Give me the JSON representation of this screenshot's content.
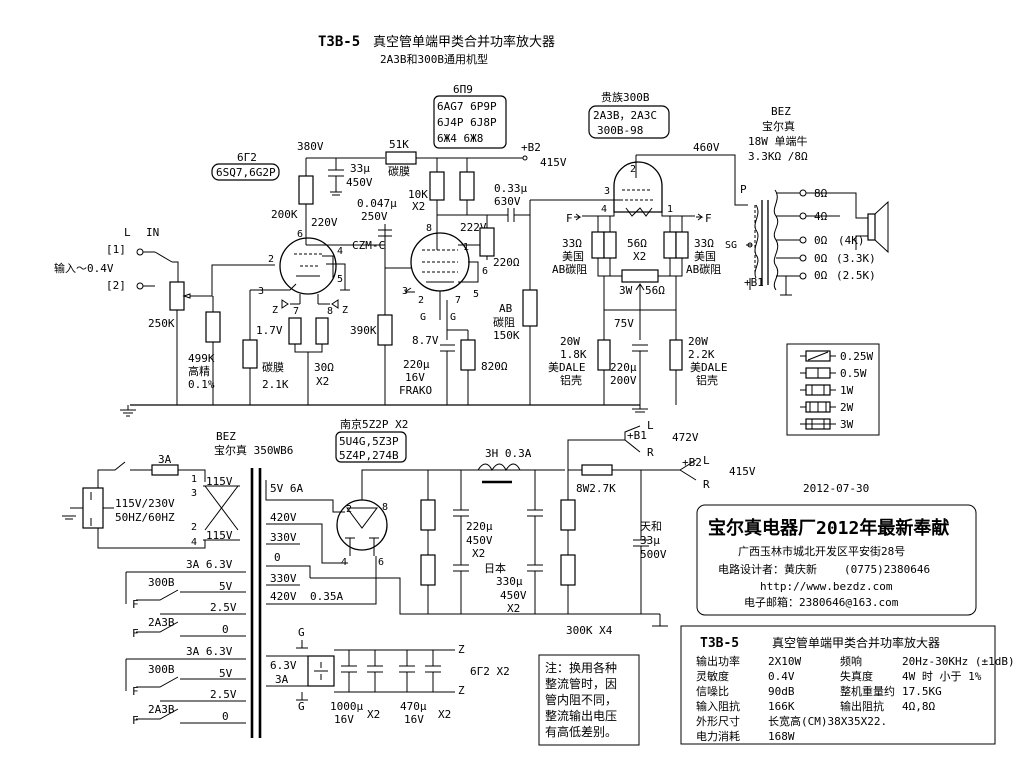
{
  "title": {
    "model": "T3B-5",
    "name": "真空管单端甲类合并功率放大器",
    "subtitle": "2A3B和300B通用机型"
  },
  "date": "2012-07-30",
  "input": {
    "L": "L",
    "IN": "IN",
    "in1": "[1]",
    "in2": "[2]",
    "label": "输入～0.4V",
    "vol": "250K",
    "r499": "499K",
    "r499a": "高精",
    "r499b": "0.1%"
  },
  "tube1": {
    "name": "6Г2",
    "alt": "6SQ7,6G2P",
    "v380": "380V",
    "r200k": "200K",
    "v220": "220V",
    "cap33": "33μ",
    "cap33v": "450V",
    "r17v": "1.7V",
    "rcf": "碳膜",
    "r21k": "2.1K",
    "r30": "30Ω",
    "x2": "X2",
    "p6": "6",
    "p2": "2",
    "p3": "3",
    "p4": "4",
    "p5": "5",
    "p7": "7",
    "p8": "8",
    "z1": "Z",
    "z2": "Z"
  },
  "tube2": {
    "name": "6П9",
    "alt1": "6AG7 6P9P",
    "alt2": "6J4P 6J8P",
    "alt3": "6Ж4 6Ж8",
    "r51k": "51K",
    "r51kb": "碳膜",
    "b2": "+B2",
    "v415": "415V",
    "r10k": "10K",
    "r10kb": "X2",
    "c047": "0.047μ",
    "c047v": "250V",
    "czmc": "CZM-C",
    "v222": "222V",
    "r390": "390K",
    "v87": "8.7V",
    "c220": "220μ",
    "c220v": "16V",
    "frako": "FRAKO",
    "r820": "820Ω",
    "r220": "220Ω",
    "p8": "8",
    "p1": "1",
    "p6": "6",
    "p3": "3",
    "p2": "2",
    "p7": "7",
    "p5": "5",
    "g1": "G",
    "g2": "G"
  },
  "coupling": {
    "c033": "0.33μ",
    "c033v": "630V",
    "ab": "AB",
    "abb": "碳阻",
    "r150": "150K"
  },
  "output_tube": {
    "name": "贵族300B",
    "alt1": "2A3B，2A3C",
    "alt2": "300B-98",
    "v460": "460V",
    "p2": "2",
    "p3": "3",
    "p4": "4",
    "p1": "1",
    "f1": "F",
    "f2": "F",
    "r33a": "33Ω",
    "r33a2": "美国",
    "r33a3": "AB碳阻",
    "r56": "56Ω",
    "r56b": "X2",
    "r33b": "33Ω",
    "r33b2": "美国",
    "r33b3": "AB碳阻",
    "pot": "3W",
    "pot2": "56Ω",
    "v75": "75V",
    "rl1": "20W",
    "rl2": "1.8K",
    "rl3": "美DALE",
    "rl4": "铝壳",
    "c220": "220μ",
    "c220v": "200V",
    "rr1": "20W",
    "rr2": "2.2K",
    "rr3": "美DALE",
    "rr4": "铝壳"
  },
  "output_transformer": {
    "brand": "BEZ",
    "brand2": "宝尔真",
    "spec": "18W 单端牛",
    "imp": "3.3KΩ /8Ω",
    "p": "P",
    "sg": "SG",
    "b1": "+B1",
    "t8": "8Ω",
    "t4": "4Ω",
    "t0a": "0Ω",
    "t0a2": "(4K)",
    "t0b": "0Ω",
    "t0b2": "(3.3K)",
    "t0c": "0Ω",
    "t0c2": "(2.5K)"
  },
  "legend": [
    {
      "label": "0.25W"
    },
    {
      "label": "0.5W"
    },
    {
      "label": "1W"
    },
    {
      "label": "2W"
    },
    {
      "label": "3W"
    }
  ],
  "power": {
    "brand": "BEZ",
    "brand2": "宝尔真 350WB6",
    "fuse": "3A",
    "n1": "1",
    "n3": "3",
    "n2": "2",
    "n4": "4",
    "p115a": "115V",
    "p115b": "115V",
    "mains1": "115V/230V",
    "mains2": "50HZ/60HZ",
    "s5v": "5V 6A",
    "s420": "420V",
    "s330": "330V",
    "s0": "0",
    "s330b": "330V",
    "s420b": "420V",
    "s035": "0.35A",
    "rect": "南京5Z2P X2",
    "rect_alt1": "5U4G,5Z3P",
    "rect_alt2": "5Z4P,274B",
    "r2": "2",
    "r8": "8",
    "r4": "4",
    "r6": "6",
    "choke": "3H 0.3A",
    "b1": "+B1",
    "v472": "472V",
    "L1": "L",
    "R1": "R",
    "b2": "+B2",
    "v415": "415V",
    "L2": "L",
    "R2": "R",
    "r8w": "8W2.7K",
    "c220": "220μ",
    "c220v": "450V",
    "c220x": "X2",
    "jp": "日本",
    "c330": "330μ",
    "c330v": "450V",
    "c330x": "X2",
    "th": "天和",
    "c33": "33μ",
    "c33v": "500V",
    "bleed": "300K X4"
  },
  "heater": {
    "a3a1": "3A 6.3V",
    "t300b1": "300B",
    "f1": "F",
    "v5a": "5V",
    "v25a": "2.5V",
    "f2": "F",
    "t2a3b1": "2A3B",
    "z0a": "0",
    "a3a2": "3A 6.3V",
    "t300b2": "300B",
    "f3": "F",
    "v5b": "5V",
    "v25b": "2.5V",
    "f4": "F",
    "t2a3b2": "2A3B",
    "z0b": "0",
    "g1": "G",
    "g2": "G",
    "v63": "6.3V",
    "a3": "3A",
    "z1": "Z",
    "z2": "Z",
    "tube": "6Г2 X2",
    "c1000": "1000μ",
    "c1000v": "16V",
    "c1000x": "X2",
    "c470": "470μ",
    "c470v": "16V",
    "c470x": "X2"
  },
  "note": {
    "l1": "注：换用各种",
    "l2": "整流管时，因",
    "l3": "管内阻不同，",
    "l4": "整流输出电压",
    "l5": "有高低差别。"
  },
  "company": {
    "name": "宝尔真电器厂2012年最新奉献",
    "addr": "广西玉林市城北开发区平安街28号",
    "designer": "电路设计者：黄庆新",
    "phone": "(0775)2380646",
    "web": "http://www.bezdz.com",
    "email": "电子邮箱：2380646@163.com"
  },
  "specs": {
    "model": "T3B-5",
    "name": "真空管单端甲类合并功率放大器",
    "rows": [
      {
        "k": "输出功率",
        "v": "2X10W",
        "k2": "频响",
        "v2": "20Hz-30KHz (±1dB)"
      },
      {
        "k": "灵敏度",
        "v": "0.4V",
        "k2": "失真度",
        "v2": "4W 时  小于 1%"
      },
      {
        "k": "信噪比",
        "v": "90dB",
        "k2": "整机重量约",
        "v2": "17.5KG"
      },
      {
        "k": "输入阻抗",
        "v": "166K",
        "k2": "输出阻抗",
        "v2": "4Ω,8Ω"
      },
      {
        "k": "外形尺寸",
        "v": "长宽高(CM)38X35X22.",
        "k2": "",
        "v2": ""
      },
      {
        "k": "电力消耗",
        "v": "168W",
        "k2": "",
        "v2": ""
      }
    ]
  }
}
